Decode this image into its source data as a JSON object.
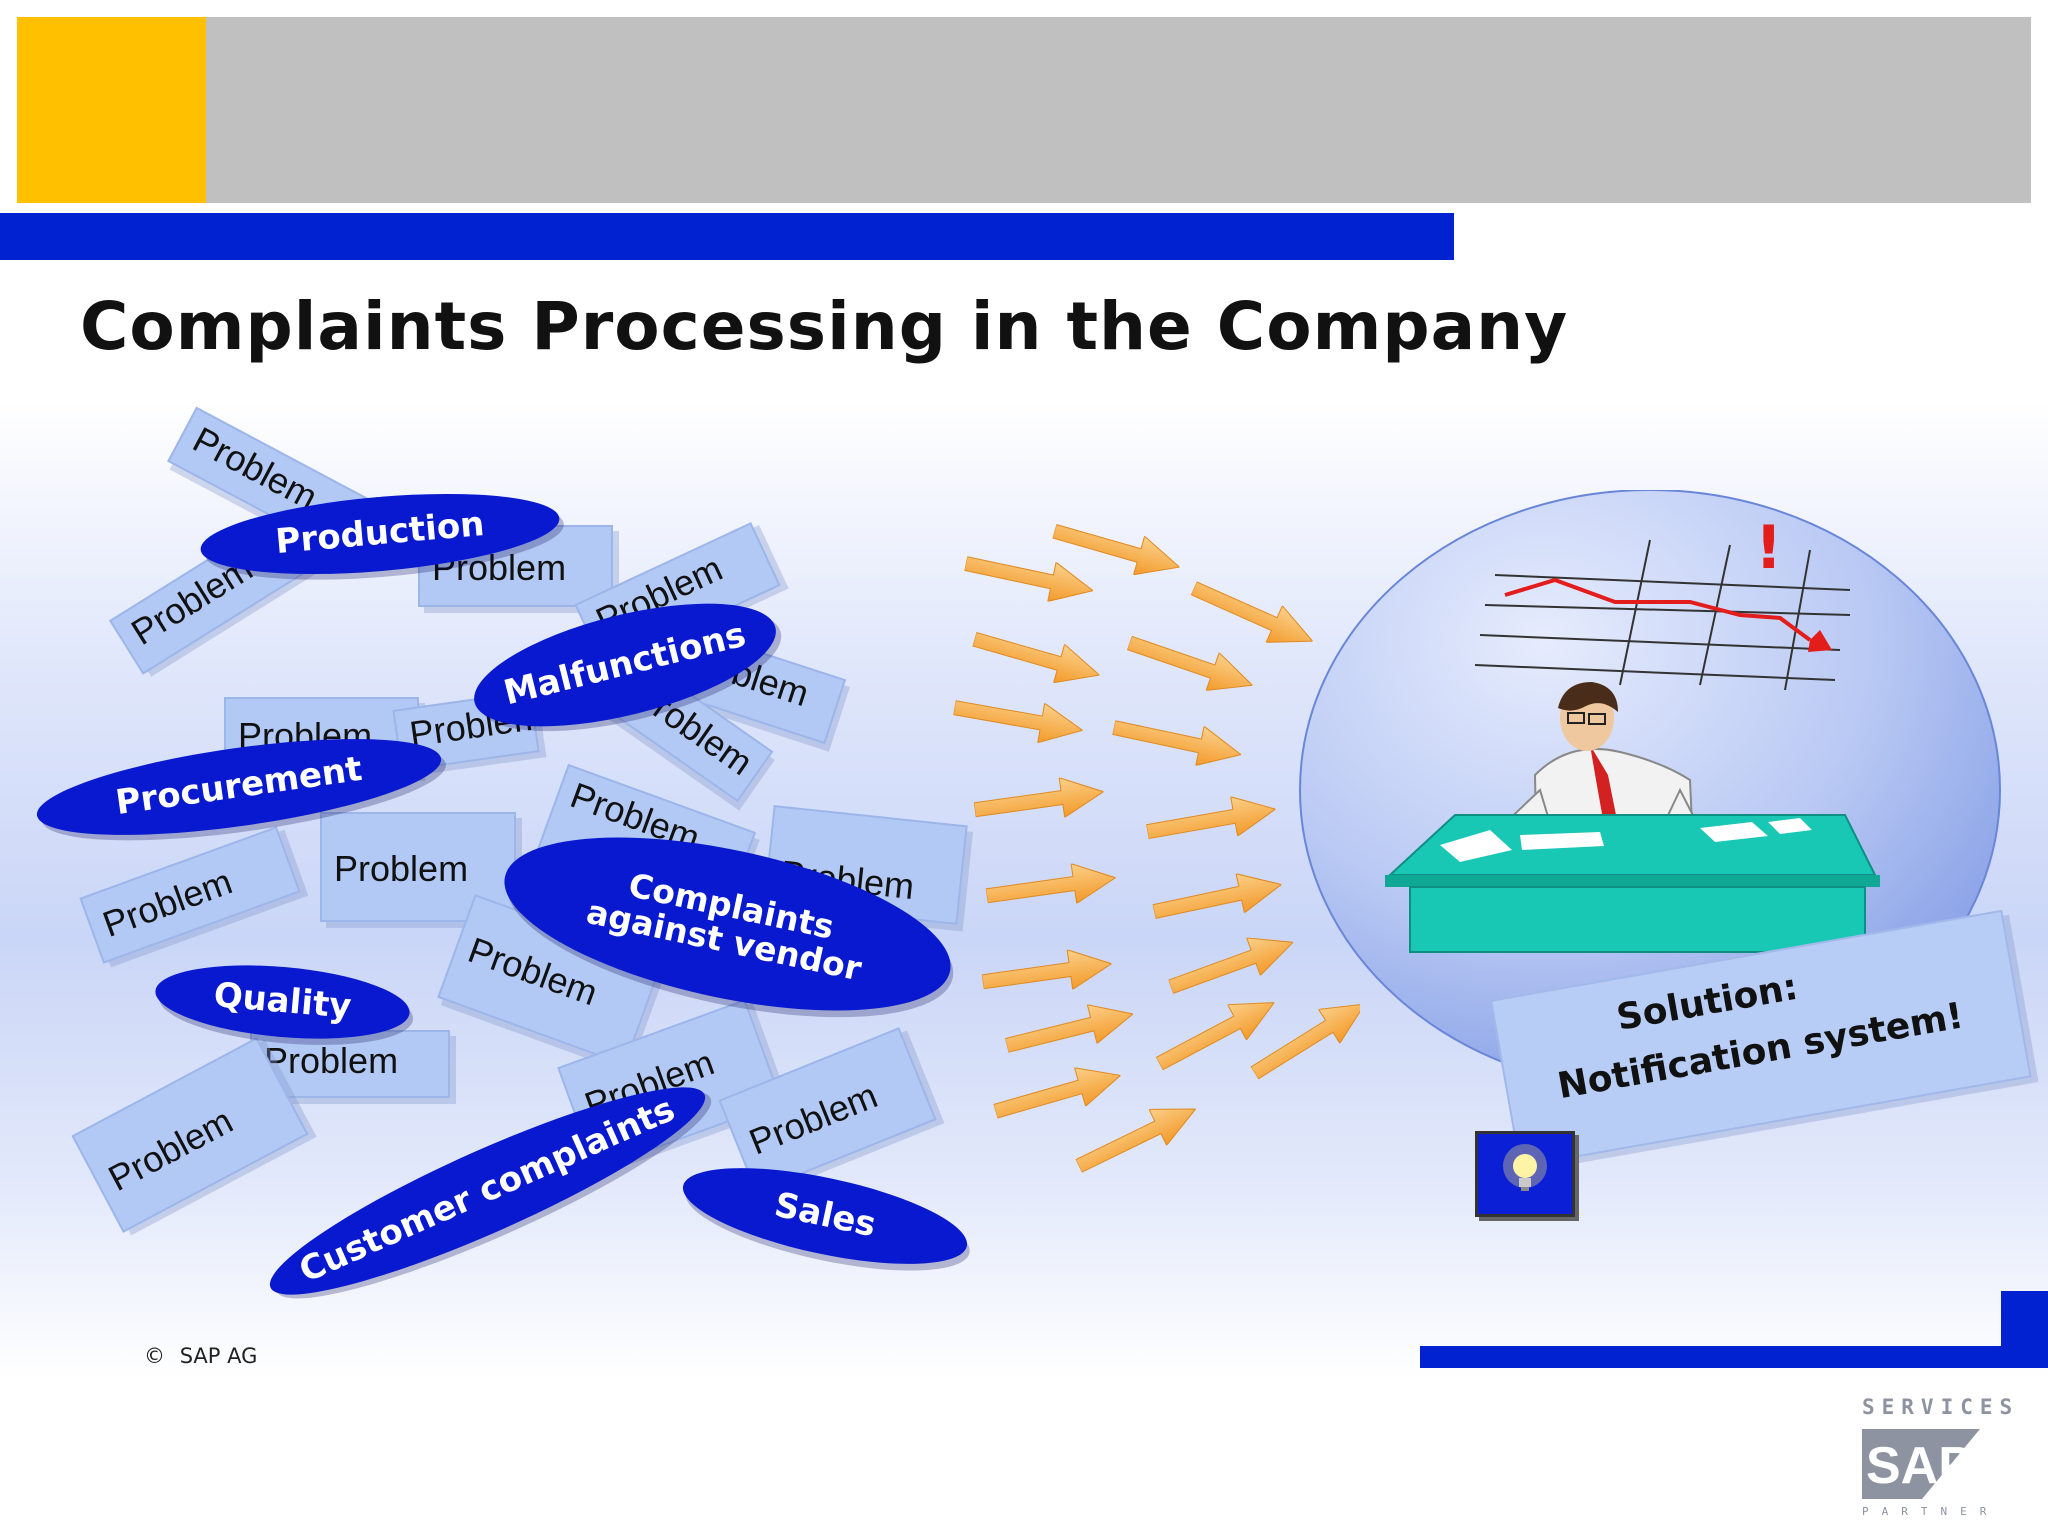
{
  "slide": {
    "title": "Complaints Processing in the Company",
    "copyright": "SAP AG",
    "copyright_symbol": "©"
  },
  "problem_cards": [
    {
      "id": "c01",
      "label": "Problem"
    },
    {
      "id": "c02",
      "label": "Problem"
    },
    {
      "id": "c03",
      "label": "Problem"
    },
    {
      "id": "c04",
      "label": "Problem"
    },
    {
      "id": "c05",
      "label": "Problem"
    },
    {
      "id": "c06",
      "label": "Problem"
    },
    {
      "id": "c07",
      "label": "Problem"
    },
    {
      "id": "c08",
      "label": "Problem"
    },
    {
      "id": "c09",
      "label": "Problem"
    },
    {
      "id": "c10",
      "label": "Problem"
    },
    {
      "id": "c11",
      "label": "Problem"
    },
    {
      "id": "c12",
      "label": "Problem"
    },
    {
      "id": "c13",
      "label": "Problem"
    },
    {
      "id": "c14",
      "label": "Problem"
    },
    {
      "id": "c15",
      "label": "Problem"
    },
    {
      "id": "c16",
      "label": "Problem"
    },
    {
      "id": "c17",
      "label": "Problem"
    }
  ],
  "categories": [
    {
      "id": "production",
      "label": "Production"
    },
    {
      "id": "malfunctions",
      "label": "Malfunctions"
    },
    {
      "id": "procurement",
      "label": "Procurement"
    },
    {
      "id": "complaints_vendor",
      "label": "Complaints against vendor"
    },
    {
      "id": "quality",
      "label": "Quality"
    },
    {
      "id": "customer_complaints",
      "label": "Customer complaints"
    },
    {
      "id": "sales",
      "label": "Sales"
    }
  ],
  "solution": {
    "line1": "Solution:",
    "line2": "Notification system!",
    "exclamation": "!"
  },
  "icons": {
    "arrow": "arrow-icon",
    "bulb": "lightbulb-icon",
    "chart": "declining-chart-icon",
    "person": "worker-at-desk-icon"
  },
  "colors": {
    "accent_gold": "#ffc000",
    "header_gray": "#c0c0c1",
    "brand_blue": "#0022d0",
    "ellipse_blue": "#0919cf",
    "card_blue": "#b3c9f5",
    "arrow_orange": "#f6a23a",
    "desk_teal": "#19c7b5",
    "chart_red": "#e31c1c"
  },
  "logo": {
    "top_text": "SERVICES",
    "brand": "SAP",
    "bottom_text": "PARTNER"
  }
}
